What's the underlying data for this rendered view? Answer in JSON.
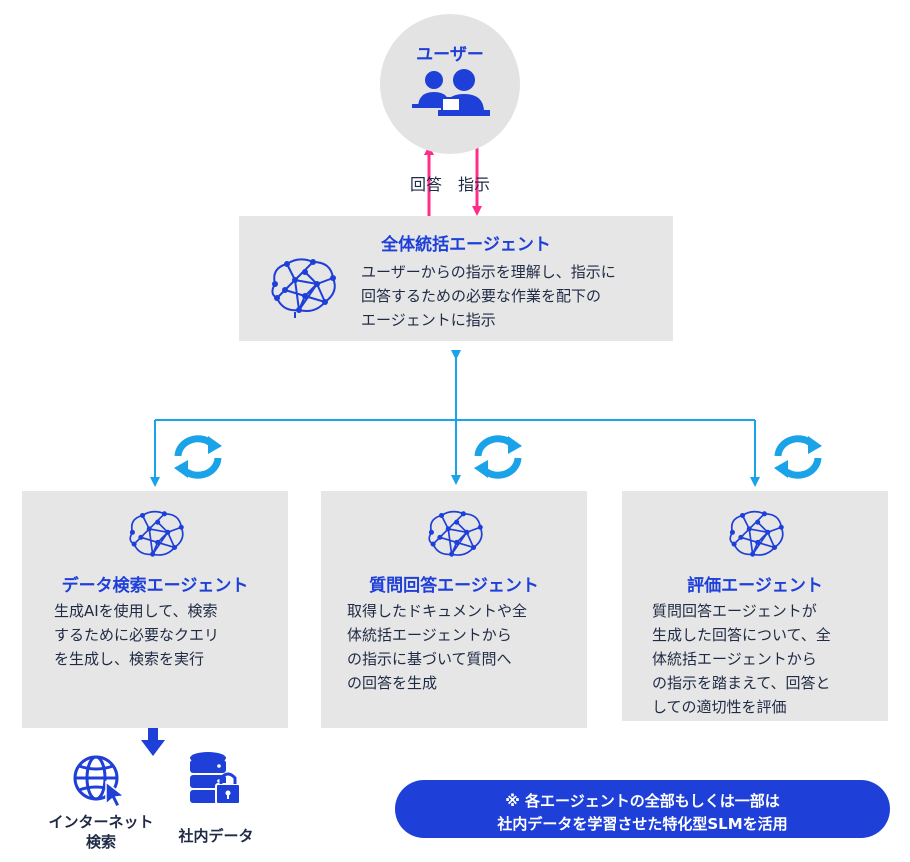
{
  "user": {
    "label": "ユーザー"
  },
  "arrows": {
    "answer_label": "回答",
    "instruction_label": "指示"
  },
  "orchestrator": {
    "title": "全体統括エージェント",
    "description": "ユーザーからの指示を理解し、指示に\n回答するための必要な作業を配下の\nエージェントに指示"
  },
  "agents": [
    {
      "title": "データ検索エージェント",
      "description": "生成AIを使用して、検索\nするために必要なクエリ\nを生成し、検索を実行"
    },
    {
      "title": "質問回答エージェント",
      "description": "取得したドキュメントや全\n体統括エージェントから\nの指示に基づいて質問へ\nの回答を生成"
    },
    {
      "title": "評価エージェント",
      "description": "質問回答エージェントが\n生成した回答について、全\n体統括エージェントから\nの指示を踏まえて、回答と\nしての適切性を評価"
    }
  ],
  "resources": [
    {
      "label": "インターネット\n検索"
    },
    {
      "label": "社内データ"
    }
  ],
  "note": {
    "text": "※ 各エージェントの全部もしくは一部は\n社内データを学習させた特化型SLMを活用"
  },
  "colors": {
    "accent": "#1e3fd8",
    "pink": "#ff2d8a",
    "cyan": "#1aa3e8",
    "box": "#e6e6e6"
  }
}
